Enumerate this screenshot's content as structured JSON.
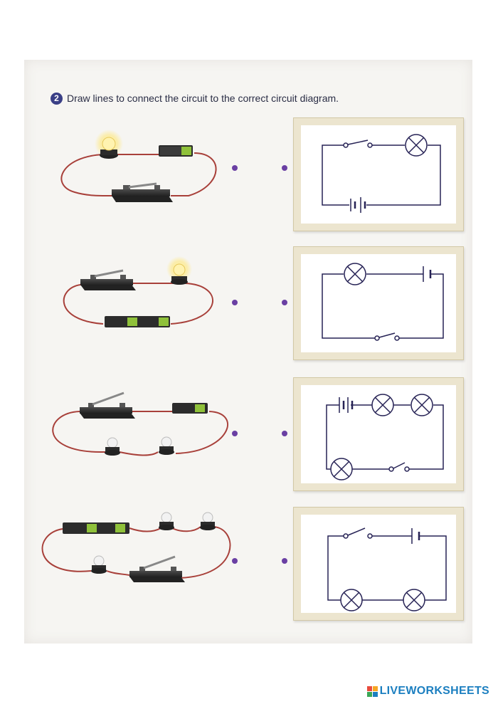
{
  "question": {
    "number": "2",
    "instruction": "Draw lines to connect the circuit to the correct circuit diagram."
  },
  "logo": {
    "text": "LIVEWORKSHEETS",
    "mark_colors": [
      "#e94b3c",
      "#f6a623",
      "#3aa757",
      "#1c7fc0"
    ]
  },
  "colors": {
    "wire": "#a8403a",
    "dot": "#6a3fa3",
    "diagram_line": "#262255",
    "card_frame": "#ece5cf",
    "question_badge": "#3a3f86"
  },
  "circuits": [
    {
      "id": "circuit-1",
      "components": [
        "bulb (lit)",
        "battery",
        "switch"
      ]
    },
    {
      "id": "circuit-2",
      "components": [
        "switch",
        "bulb (lit)",
        "battery"
      ]
    },
    {
      "id": "circuit-3",
      "components": [
        "switch",
        "battery",
        "bulb",
        "bulb"
      ]
    },
    {
      "id": "circuit-4",
      "components": [
        "battery",
        "bulb",
        "bulb",
        "bulb",
        "switch"
      ]
    }
  ],
  "diagrams": [
    {
      "id": "diagram-1",
      "components": [
        "switch",
        "bulb",
        "battery"
      ]
    },
    {
      "id": "diagram-2",
      "components": [
        "bulb",
        "battery",
        "switch"
      ]
    },
    {
      "id": "diagram-3",
      "components": [
        "battery",
        "bulb",
        "bulb",
        "bulb",
        "switch"
      ]
    },
    {
      "id": "diagram-4",
      "components": [
        "switch",
        "battery",
        "bulb",
        "bulb"
      ]
    }
  ]
}
